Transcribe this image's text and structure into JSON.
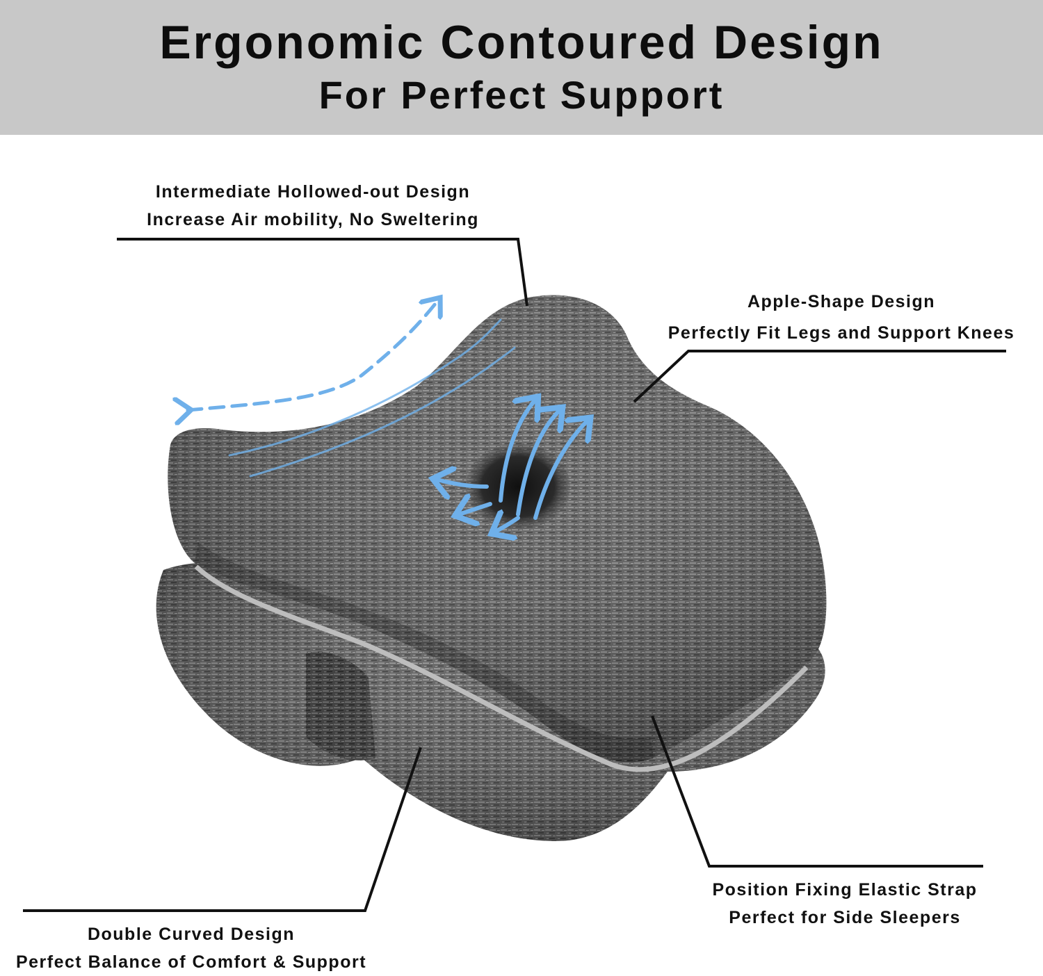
{
  "banner": {
    "title_line1": "Ergonomic Contoured Design",
    "title_line2": "For Perfect Support",
    "background": "#c8c8c8"
  },
  "callouts": {
    "hollow": {
      "line1": "Intermediate Hollowed-out Design",
      "line2": "Increase Air mobility, No Sweltering"
    },
    "apple": {
      "line1": "Apple-Shape Design",
      "line2": "Perfectly Fit Legs and Support Knees"
    },
    "curved": {
      "line1": "Double Curved Design",
      "line2": "Perfect Balance of Comfort & Support"
    },
    "strap": {
      "line1": "Position Fixing Elastic Strap",
      "line2": "Perfect for Side Sleepers"
    }
  },
  "colors": {
    "pillow": "#5e5e5e",
    "airflow_arrows": "#6fb0ea",
    "zipper": "#b9b9b9"
  }
}
